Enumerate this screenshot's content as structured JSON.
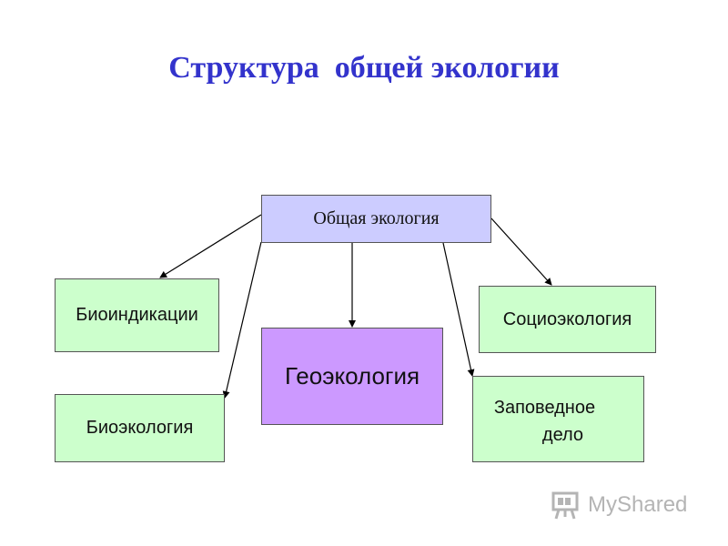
{
  "title": "Структура  общей экологии",
  "nodes": {
    "root": "Общая экология",
    "bioindication": "Биоиндикации",
    "bioecology": "Биоэкология",
    "geoecology": "Геоэкология",
    "socioecology": "Социоэкология",
    "reserve_line1": "Заповедное",
    "reserve_line2": "дело"
  },
  "edges": [
    {
      "from": "root",
      "to": "bioindication"
    },
    {
      "from": "root",
      "to": "bioecology"
    },
    {
      "from": "root",
      "to": "geoecology"
    },
    {
      "from": "root",
      "to": "reserve"
    },
    {
      "from": "root",
      "to": "socioecology"
    }
  ],
  "watermark": {
    "text": "MyShared",
    "icon": "presentation-board-icon"
  },
  "colors": {
    "title": "#3333cc",
    "root_fill": "#ccccff",
    "leaf_fill": "#ccffcc",
    "geo_fill": "#cc99ff",
    "arrow": "#000000"
  }
}
